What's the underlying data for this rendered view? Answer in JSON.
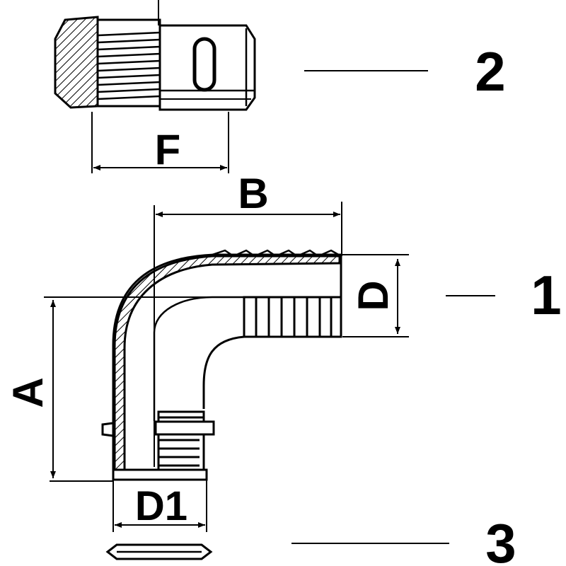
{
  "labels": {
    "part_1": "1",
    "part_2": "2",
    "part_3": "3",
    "dim_a": "A",
    "dim_b": "B",
    "dim_d": "D",
    "dim_d1": "D1",
    "dim_f": "F"
  },
  "colors": {
    "ink": "#000000",
    "paper": "#ffffff"
  }
}
